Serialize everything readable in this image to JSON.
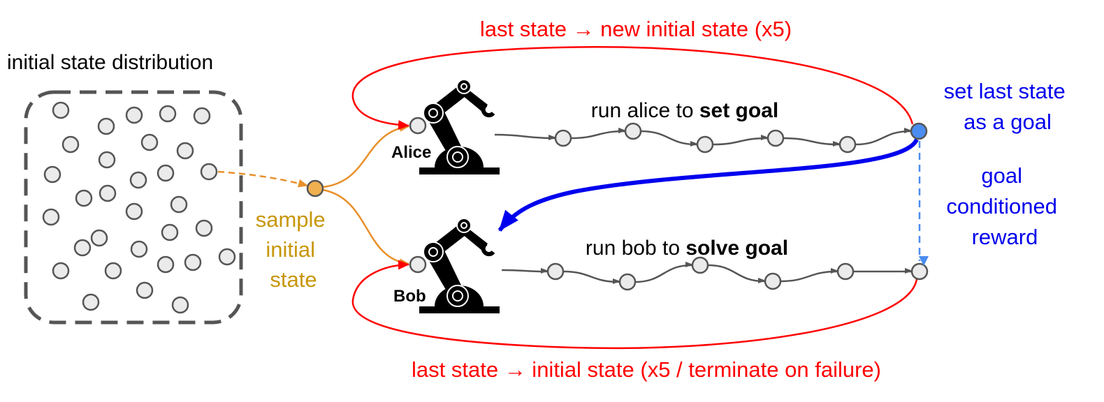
{
  "labels": {
    "distribution_title": "initial state distribution",
    "top_loop": "last state → new initial state (x5)",
    "bottom_loop": "last state → initial state (x5 / terminate on failure)",
    "sample": [
      "sample",
      "initial",
      "state"
    ],
    "alice_task_prefix": "run alice to ",
    "alice_task_bold": "set goal",
    "bob_task_prefix": "run bob to ",
    "bob_task_bold": "solve goal",
    "alice": "Alice",
    "bob": "Bob",
    "set_goal": [
      "set last state",
      "as a goal"
    ],
    "reward": [
      "goal",
      "conditioned",
      "reward"
    ]
  },
  "colors": {
    "red": "#ff0000",
    "blue": "#0000ee",
    "orange": "#e8902a",
    "goal_node": "#4a8cf0",
    "sample_node": "#f0b050"
  }
}
